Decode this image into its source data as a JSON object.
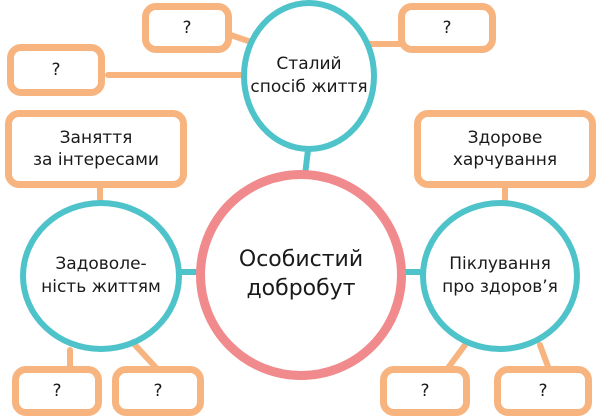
{
  "colors": {
    "connector_orange": "#F8B47F",
    "node_blue": "#4FC3CA",
    "center_red": "#F08A8C"
  },
  "center": {
    "line1": "Особистий",
    "line2": "добробут"
  },
  "nodes": {
    "top": {
      "line1": "Сталий",
      "line2": "спосіб життя"
    },
    "left": {
      "line1": "Задоволе-",
      "line2": "ність життям"
    },
    "right": {
      "line1": "Піклування",
      "line2": "про здоров’я"
    }
  },
  "boxes": {
    "left_label": {
      "line1": "Заняття",
      "line2": "за інтересами"
    },
    "right_label": {
      "line1": "Здорове",
      "line2": "харчування"
    },
    "placeholder": "?"
  }
}
